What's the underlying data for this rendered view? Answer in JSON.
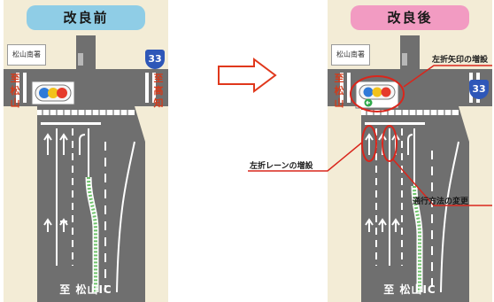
{
  "before": {
    "title": "改良前",
    "place_label": "松山南署",
    "left_direction": [
      "至",
      "松",
      "山"
    ],
    "right_direction": [
      "至",
      "高",
      "知"
    ],
    "route_number": "33",
    "bottom_sign": "至 松山IC"
  },
  "after": {
    "title": "改良後",
    "place_label": "松山南署",
    "left_direction": [
      "至",
      "松",
      "山"
    ],
    "route_number": "33",
    "bottom_sign": "至 松山IC"
  },
  "callouts": {
    "left_turn_arrow": "左折矢印の増設",
    "left_turn_lane": "左折レーンの増設",
    "traffic_method": "通行方法の変更"
  },
  "colors": {
    "before_pill": "#8fcde6",
    "after_pill": "#f29bc2",
    "annotation_red": "#d9261c",
    "arrow_outline": "#e0381c"
  }
}
